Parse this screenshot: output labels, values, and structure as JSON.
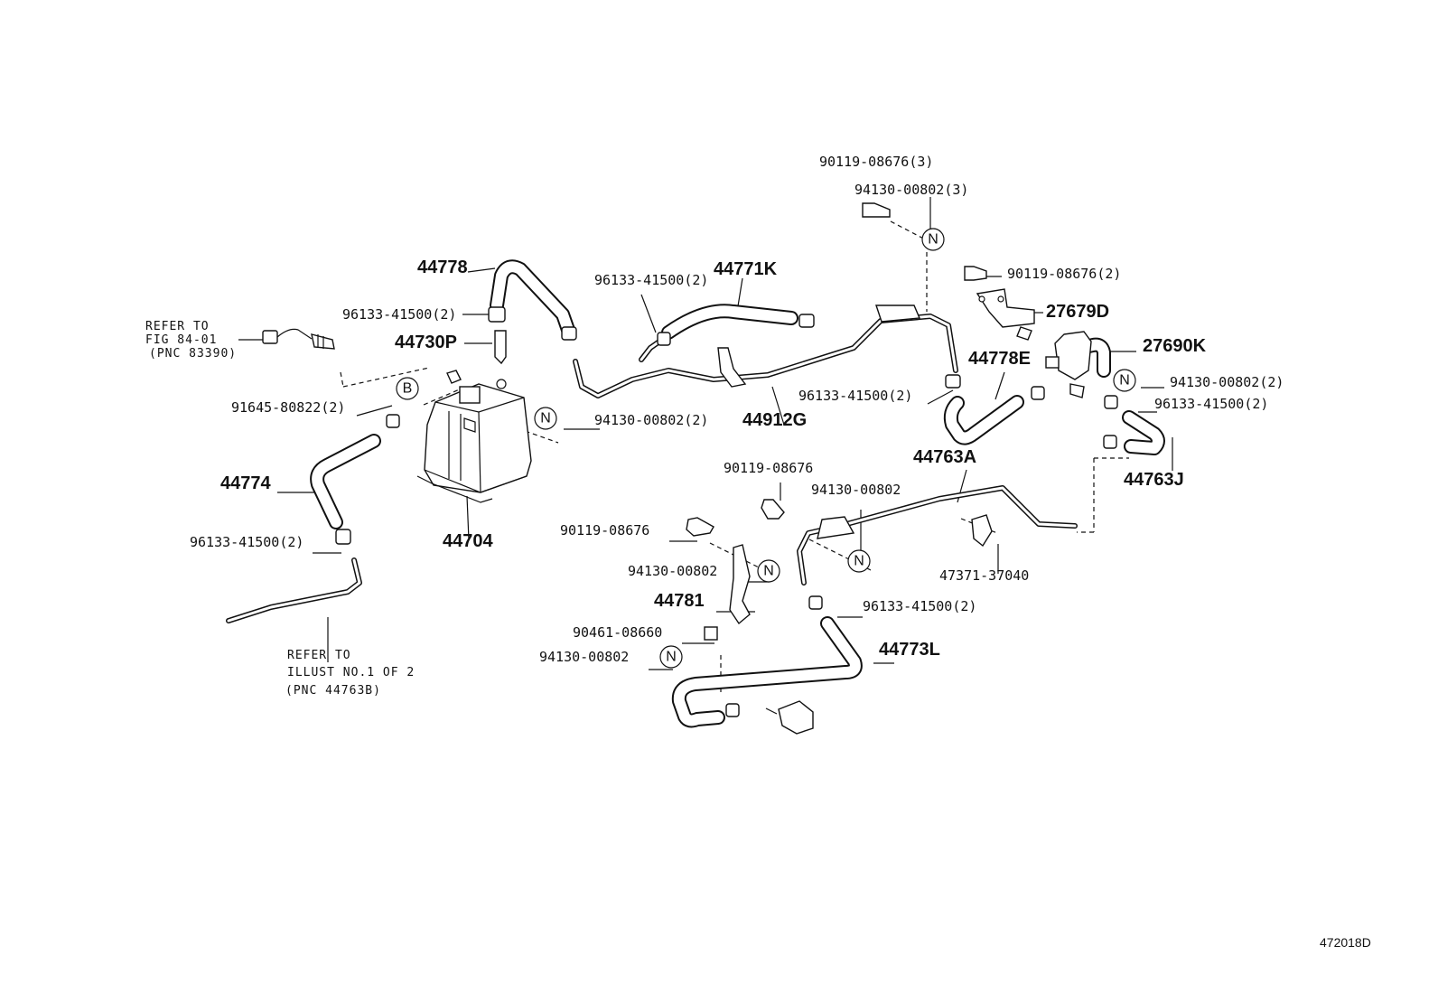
{
  "labels": {
    "p90119_08676_3": "90119-08676(3)",
    "p94130_00802_3": "94130-00802(3)",
    "p44778": "44778",
    "p96133_41500_top": "96133-41500(2)",
    "p44771K": "44771K",
    "p90119_08676_2": "90119-08676(2)",
    "p96133_41500_left": "96133-41500(2)",
    "p27679D": "27679D",
    "p44730P": "44730P",
    "p27690K": "27690K",
    "p44778E": "44778E",
    "p94130_00802_right": "94130-00802(2)",
    "p91645_80822": "91645-80822(2)",
    "p96133_41500_mid": "96133-41500(2)",
    "p96133_41500_right": "96133-41500(2)",
    "p94130_00802_tank": "94130-00802(2)",
    "p44912G": "44912G",
    "p44763A": "44763A",
    "p90119_08676_mid": "90119-08676",
    "p44763J": "44763J",
    "p44774": "44774",
    "p94130_00802_mid": "94130-00802",
    "p90119_08676_left": "90119-08676",
    "p96133_41500_low": "96133-41500(2)",
    "p44704": "44704",
    "p47371_37040": "47371-37040",
    "p94130_00802_brk": "94130-00802",
    "p44781": "44781",
    "p96133_41500_bot": "96133-41500(2)",
    "p90461_08660": "90461-08660",
    "p44773L": "44773L",
    "p94130_00802_bot": "94130-00802"
  },
  "notes": {
    "refer_top_1": "REFER TO",
    "refer_top_2": "FIG 84-01",
    "refer_top_3": "(PNC 83390)",
    "refer_bot_1": "REFER TO",
    "refer_bot_2": "ILLUST NO.1 OF 2",
    "refer_bot_3": "(PNC 44763B)"
  },
  "markers": {
    "n": "N",
    "b": "B"
  },
  "figure_id": "472018D"
}
